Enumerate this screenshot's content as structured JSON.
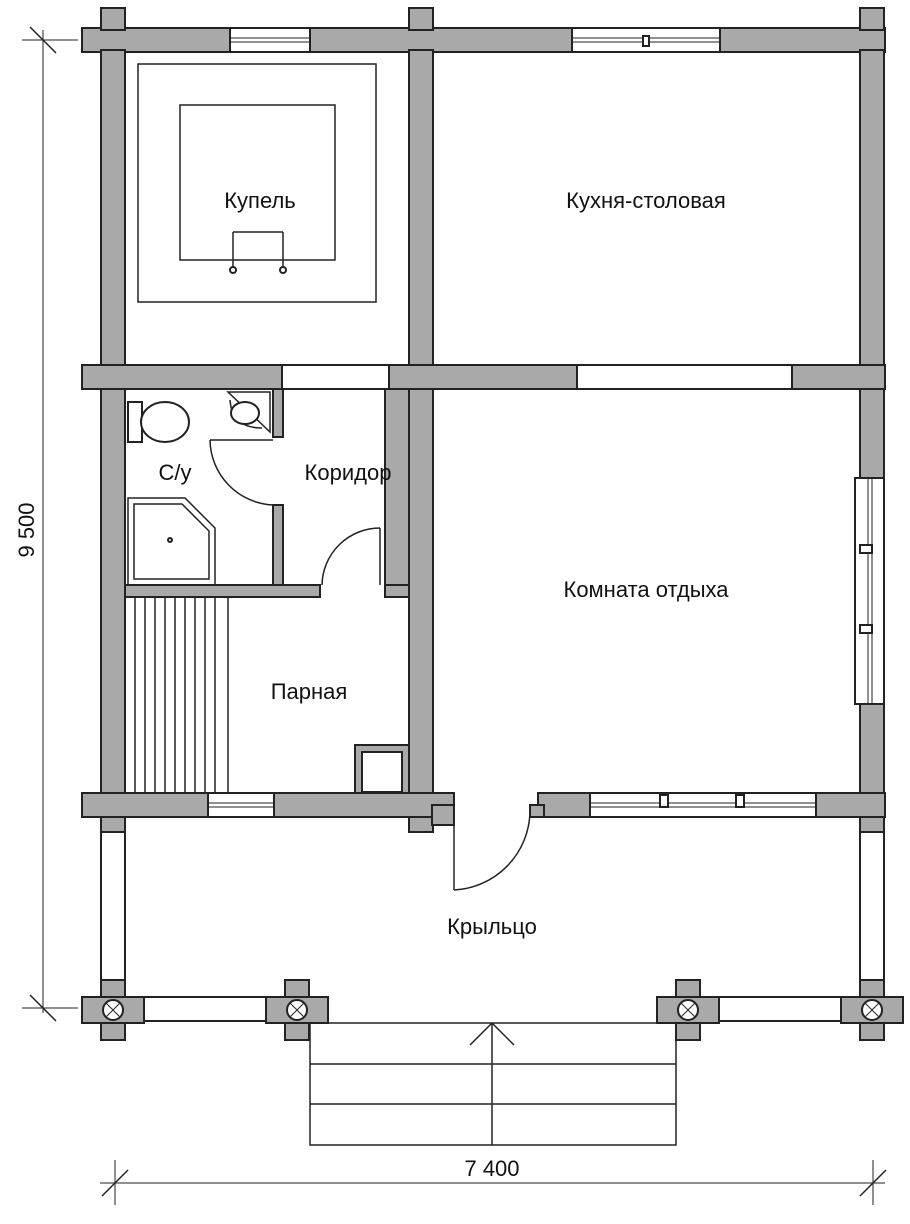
{
  "rooms": {
    "kupel": "Купель",
    "kitchen": "Кухня-столовая",
    "wc": "С/у",
    "corridor": "Коридор",
    "lounge": "Комната отдыха",
    "steam": "Парная",
    "porch": "Крыльцо"
  },
  "dimensions": {
    "height": "9 500",
    "width": "7 400"
  }
}
